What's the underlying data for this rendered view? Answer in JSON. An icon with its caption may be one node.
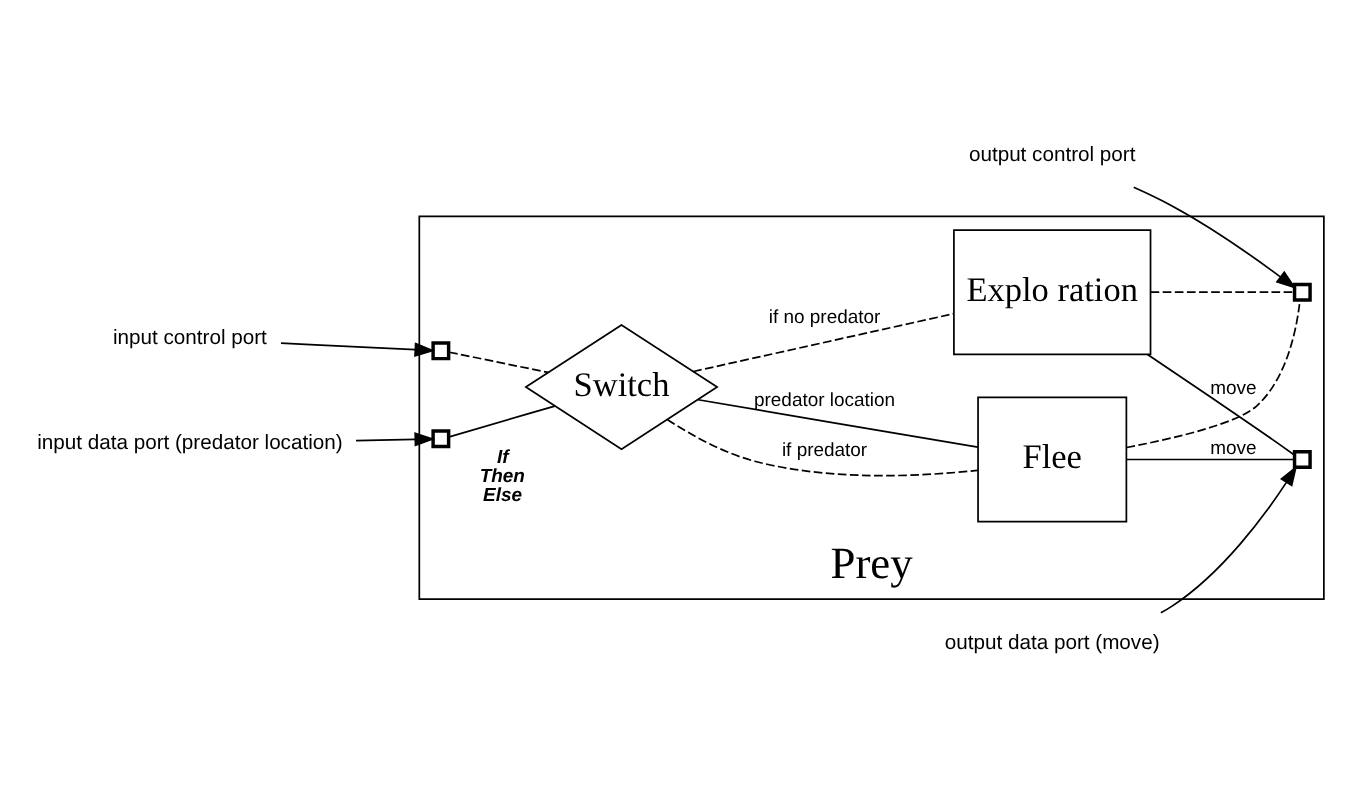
{
  "diagram": {
    "nodes": [
      {
        "text": [
          "Prey"
        ]
      },
      {
        "text": [],
        "shape": "box",
        "in": 0
      },
      {
        "text": [],
        "shape": "box",
        "in": 0
      },
      {
        "text": [
          "Switch"
        ],
        "beside": [
          "If",
          "Then",
          "Else"
        ],
        "in": 0
      },
      {
        "text": [
          "Flee"
        ],
        "in": 0
      },
      {
        "text": [
          "Explo ration"
        ],
        "in": 0
      },
      {
        "text": [],
        "shape": "box",
        "in": 0
      },
      {
        "text": [],
        "shape": "box",
        "in": 0
      },
      {
        "text": [
          "input control port"
        ]
      },
      {
        "text": [
          "input data port (predator location)"
        ]
      },
      {
        "text": [
          "output control port"
        ]
      },
      {
        "text": [
          "output data port (move)"
        ]
      }
    ],
    "edges": [
      {
        "from": 1,
        "to": 3,
        "arrow": "none",
        "style": "dashed"
      },
      {
        "from": 2,
        "to": 3,
        "arrow": "none"
      },
      {
        "from": 3,
        "to": 4,
        "arrow": "none",
        "style": "dashed",
        "label": "if predator"
      },
      {
        "from": 3,
        "to": 4,
        "arrow": "none",
        "label": "predator location"
      },
      {
        "from": 3,
        "to": 5,
        "arrow": "none",
        "style": "dashed",
        "label": "if no predator"
      },
      {
        "from": 4,
        "to": 7,
        "arrow": "none",
        "label": "move"
      },
      {
        "from": 5,
        "to": 7,
        "arrow": "none",
        "label": "move"
      },
      {
        "from": 4,
        "to": 6,
        "arrow": "none",
        "style": "dashed"
      },
      {
        "from": 5,
        "to": 6,
        "arrow": "none",
        "style": "dashed"
      },
      {
        "from": 8,
        "to": 1,
        "arrow": "to"
      },
      {
        "from": 9,
        "to": 2,
        "arrow": "to"
      },
      {
        "from": 10,
        "to": 6,
        "arrow": "to"
      },
      {
        "from": 11,
        "to": 7,
        "arrow": "to"
      }
    ]
  }
}
